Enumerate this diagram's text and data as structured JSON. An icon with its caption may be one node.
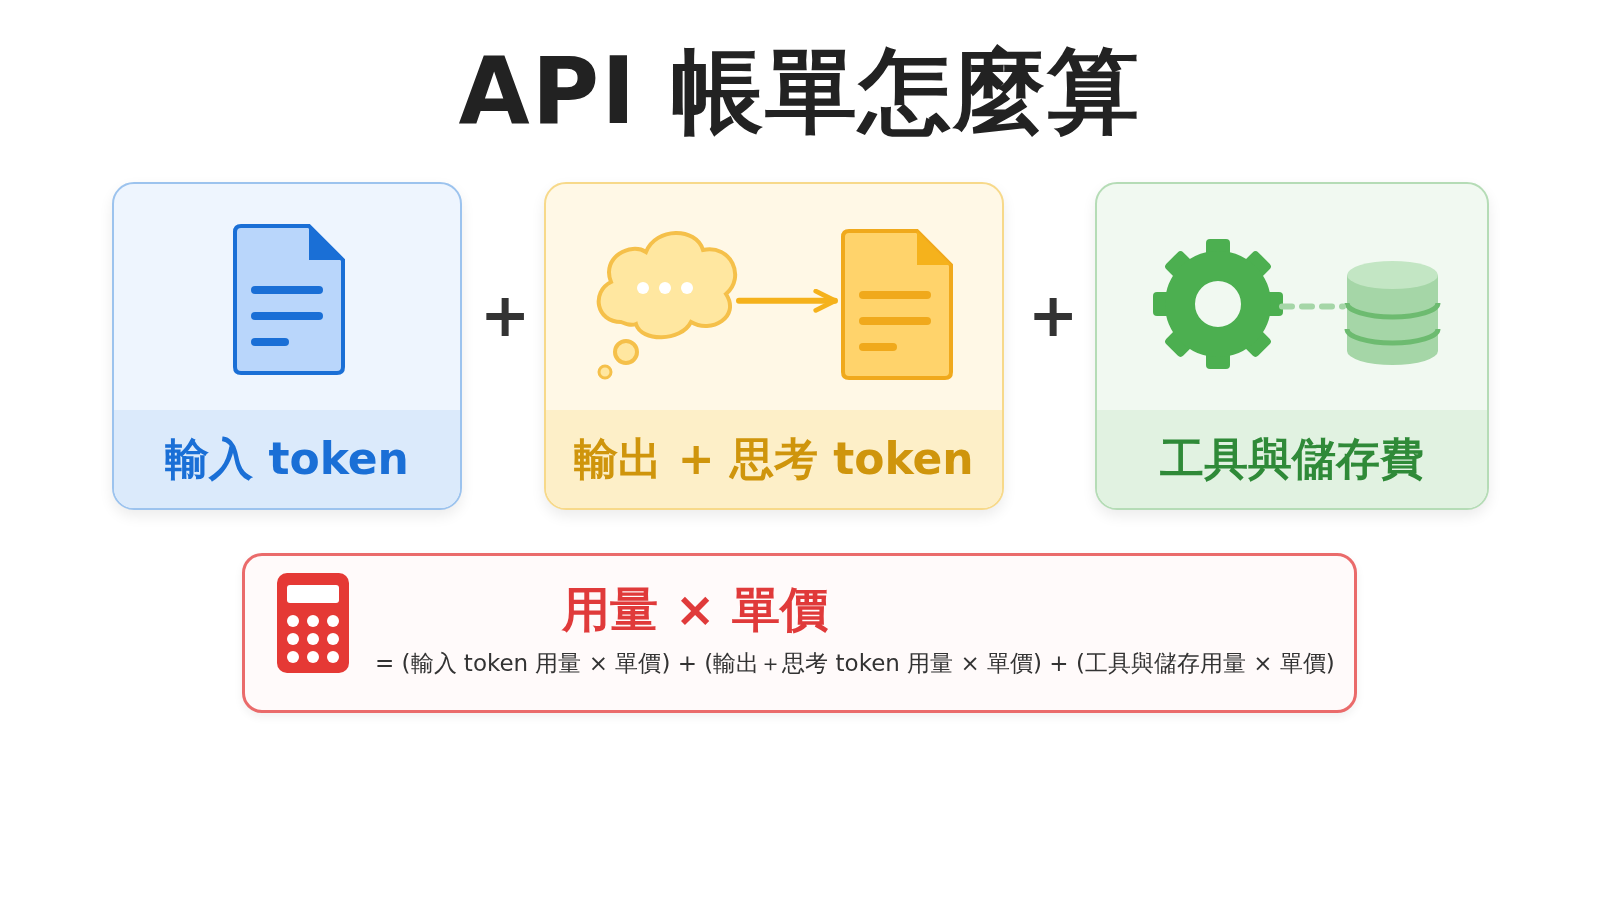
{
  "diagram": {
    "title": "API 帳單怎麼算",
    "nodes": [
      {
        "text": [
          "輸入 token"
        ]
      },
      {
        "text": [
          "輸出 + 思考 token"
        ]
      },
      {
        "text": [],
        "shape": "cloud",
        "in": 1
      },
      {
        "text": [],
        "shape": "document",
        "in": 1
      },
      {
        "text": [
          "工具與儲存費"
        ]
      },
      {
        "text": [],
        "shape": "gear",
        "in": 4
      },
      {
        "text": [],
        "shape": "cylinder",
        "in": 4
      },
      {
        "text": [
          "用量 × 單價",
          "= (輸入 token 用量 × 單價) + (輸出＋思考 token 用量 × 單價) + (工具與儲存用量 × 單價)"
        ]
      }
    ],
    "edges": [
      {
        "from": 2,
        "to": 3,
        "arrow": "to",
        "color": "#f5b21c"
      },
      {
        "from": 5,
        "to": 6,
        "arrow": "none",
        "style": "dashed",
        "color": "#a5d6a7"
      }
    ],
    "labels": [
      "+",
      "+"
    ]
  }
}
